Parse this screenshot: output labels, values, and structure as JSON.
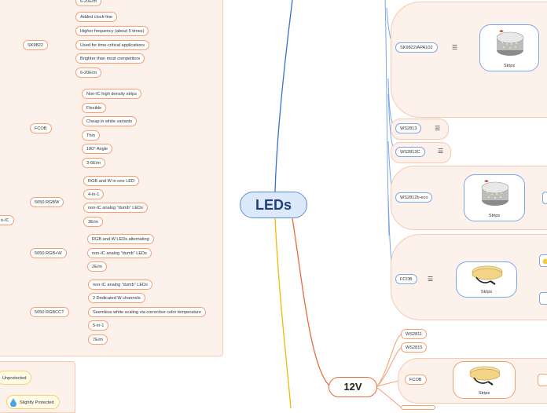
{
  "root": {
    "label": "LEDs"
  },
  "volt12": {
    "label": "12V"
  },
  "left_branch": {
    "parent_label": "n-IC",
    "top_fragment": "6-20E/m",
    "sk9822": {
      "label": "SK9822",
      "items": [
        "Added clock-line",
        "Higher frequency (about 5 times)",
        "Used for time-critical applications",
        "Brighter than most competitors",
        "6-20E/m"
      ]
    },
    "fcob": {
      "label": "FCOB",
      "items": [
        "Non-IC high density strips",
        "Flexible",
        "Cheap in white variants",
        "Thin",
        "180° Angle",
        "3-6E/m"
      ]
    },
    "rgbw5050": {
      "label": "5050 RGBW",
      "items": [
        "RGB and W in one LED",
        "4-in-1",
        "non-IC analog \"dumb\" LEDs",
        "3E/m"
      ]
    },
    "rgbplusw5050": {
      "label": "5050 RGB+W",
      "items": [
        "RGB and W LEDs alternating",
        "non-IC analog \"dumb\" LEDs",
        "2E/m"
      ]
    },
    "rgbcct5050": {
      "label": "5050 RGBCCT",
      "items": [
        "non-IC analog \"dumb\" LEDs",
        "2 Dedicated W channels",
        "Seemless white scaling via corrective color temperature",
        "5-in-1",
        "7E/m"
      ]
    }
  },
  "legend": {
    "unprotected": "Unprotected",
    "slightly_protected": "Slightly Protected"
  },
  "right_branch": {
    "sk9822_apa102": {
      "label": "SK9822/APA102",
      "caption": "Strips"
    },
    "ws2813": {
      "label": "WS2813"
    },
    "ws2813c": {
      "label": "WS2813C"
    },
    "ws2812b_eco": {
      "label": "WS2812b-eco",
      "caption": "Strips"
    },
    "fcob": {
      "label": "FCOB",
      "caption": "Strips"
    }
  },
  "branch_12v": {
    "ws2811": {
      "label": "WS2811"
    },
    "ws2815": {
      "label": "WS2815"
    },
    "fcob": {
      "label": "FCOB",
      "caption": "Strips"
    }
  },
  "colors": {
    "blue_line": "#3b6fd6",
    "orange_line": "#e96b3e",
    "yellow_line": "#f2b705",
    "group_fill": "#fdf1ec",
    "group_border": "#f7c9b0"
  }
}
